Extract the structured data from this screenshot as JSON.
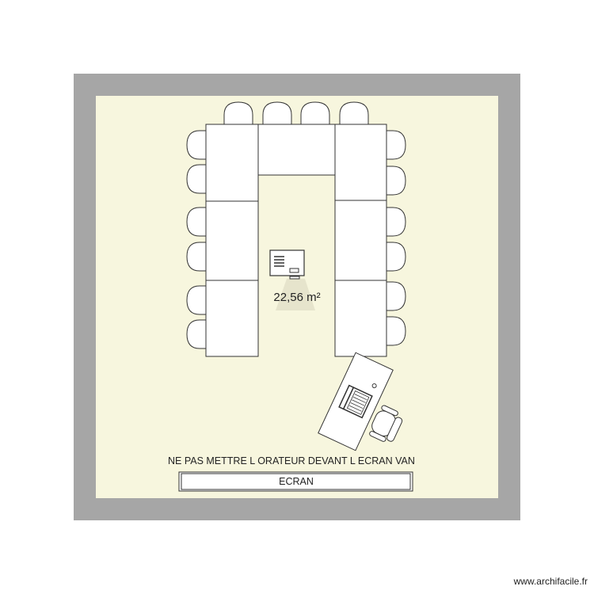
{
  "plan": {
    "area_label": "22,56 m²",
    "note": "NE PAS METTRE L ORATEUR DEVANT L ECRAN VAN",
    "screen_label": "ECRAN",
    "watermark": "www.archifacile.fr"
  },
  "colors": {
    "wall": "#a6a6a6",
    "floor": "#f7f6de",
    "furniture_fill": "#ffffff",
    "furniture_stroke": "#333333"
  },
  "icons": [
    "chair-icon",
    "table-icon",
    "desk-icon",
    "laptop-icon",
    "office-chair-icon",
    "projector-icon"
  ]
}
